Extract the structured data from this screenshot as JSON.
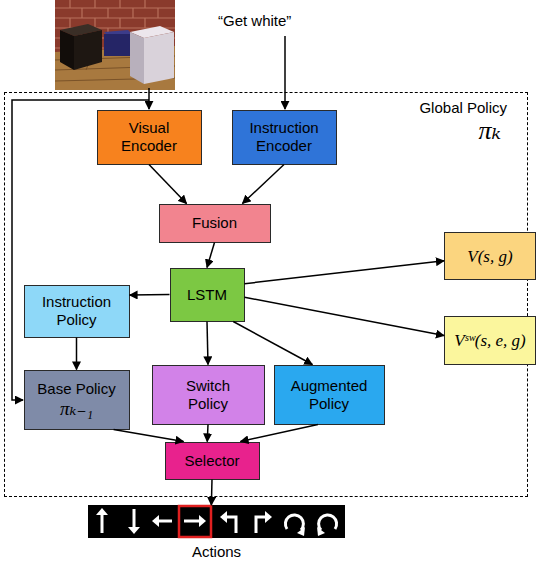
{
  "diagram": {
    "nodes": [
      {
        "text": [
          "Global Policy",
          "πₖ"
        ]
      },
      {
        "text": [
          "Visual Encoder"
        ],
        "in": 0
      },
      {
        "text": [
          "Instruction Encoder"
        ],
        "in": 0
      },
      {
        "text": [
          "Fusion"
        ],
        "in": 0
      },
      {
        "text": [
          "LSTM"
        ],
        "in": 0
      },
      {
        "text": [
          "Instruction Policy"
        ],
        "in": 0
      },
      {
        "text": [
          "Base Policy",
          "πₖ₋₁"
        ],
        "in": 0
      },
      {
        "text": [
          "Switch Policy"
        ],
        "in": 0
      },
      {
        "text": [
          "Augmented Policy"
        ],
        "in": 0
      },
      {
        "text": [
          "Selector"
        ],
        "in": 0
      },
      {
        "text": [
          "V(s, g)"
        ]
      },
      {
        "text": [
          "Vˢʷ(s, e, g)"
        ]
      },
      {
        "text": [
          "Actions"
        ]
      }
    ],
    "edges": [
      {
        "from": 1,
        "to": 3,
        "arrow": "to"
      },
      {
        "from": 2,
        "to": 3,
        "arrow": "to"
      },
      {
        "from": 3,
        "to": 4,
        "arrow": "to"
      },
      {
        "from": 4,
        "to": 5,
        "arrow": "to"
      },
      {
        "from": 4,
        "to": 10,
        "arrow": "to"
      },
      {
        "from": 4,
        "to": 11,
        "arrow": "to"
      },
      {
        "from": 4,
        "to": 7,
        "arrow": "to"
      },
      {
        "from": 4,
        "to": 8,
        "arrow": "to"
      },
      {
        "from": 5,
        "to": 6,
        "arrow": "to"
      },
      {
        "from": 6,
        "to": 9,
        "arrow": "to"
      },
      {
        "from": 7,
        "to": 9,
        "arrow": "to"
      },
      {
        "from": 8,
        "to": 9,
        "arrow": "to"
      },
      {
        "from": 9,
        "to": 12,
        "arrow": "to"
      }
    ],
    "labels": [
      "“Get white”"
    ]
  }
}
